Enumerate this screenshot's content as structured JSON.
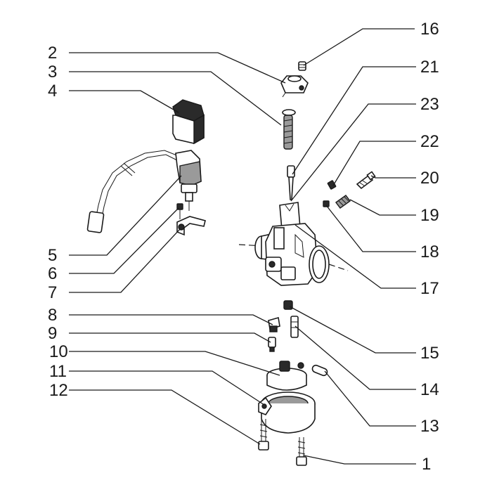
{
  "callouts": {
    "n1": "1",
    "n2": "2",
    "n3": "3",
    "n4": "4",
    "n5": "5",
    "n6": "6",
    "n7": "7",
    "n8": "8",
    "n9": "9",
    "n10": "10",
    "n11": "11",
    "n12": "12",
    "n13": "13",
    "n14": "14",
    "n15": "15",
    "n16": "16",
    "n17": "17",
    "n18": "18",
    "n19": "19",
    "n20": "20",
    "n21": "21",
    "n22": "22",
    "n23": "23"
  },
  "colors": {
    "line": "#1a1a1a",
    "background": "#ffffff",
    "shade": "#2a2a2a"
  }
}
